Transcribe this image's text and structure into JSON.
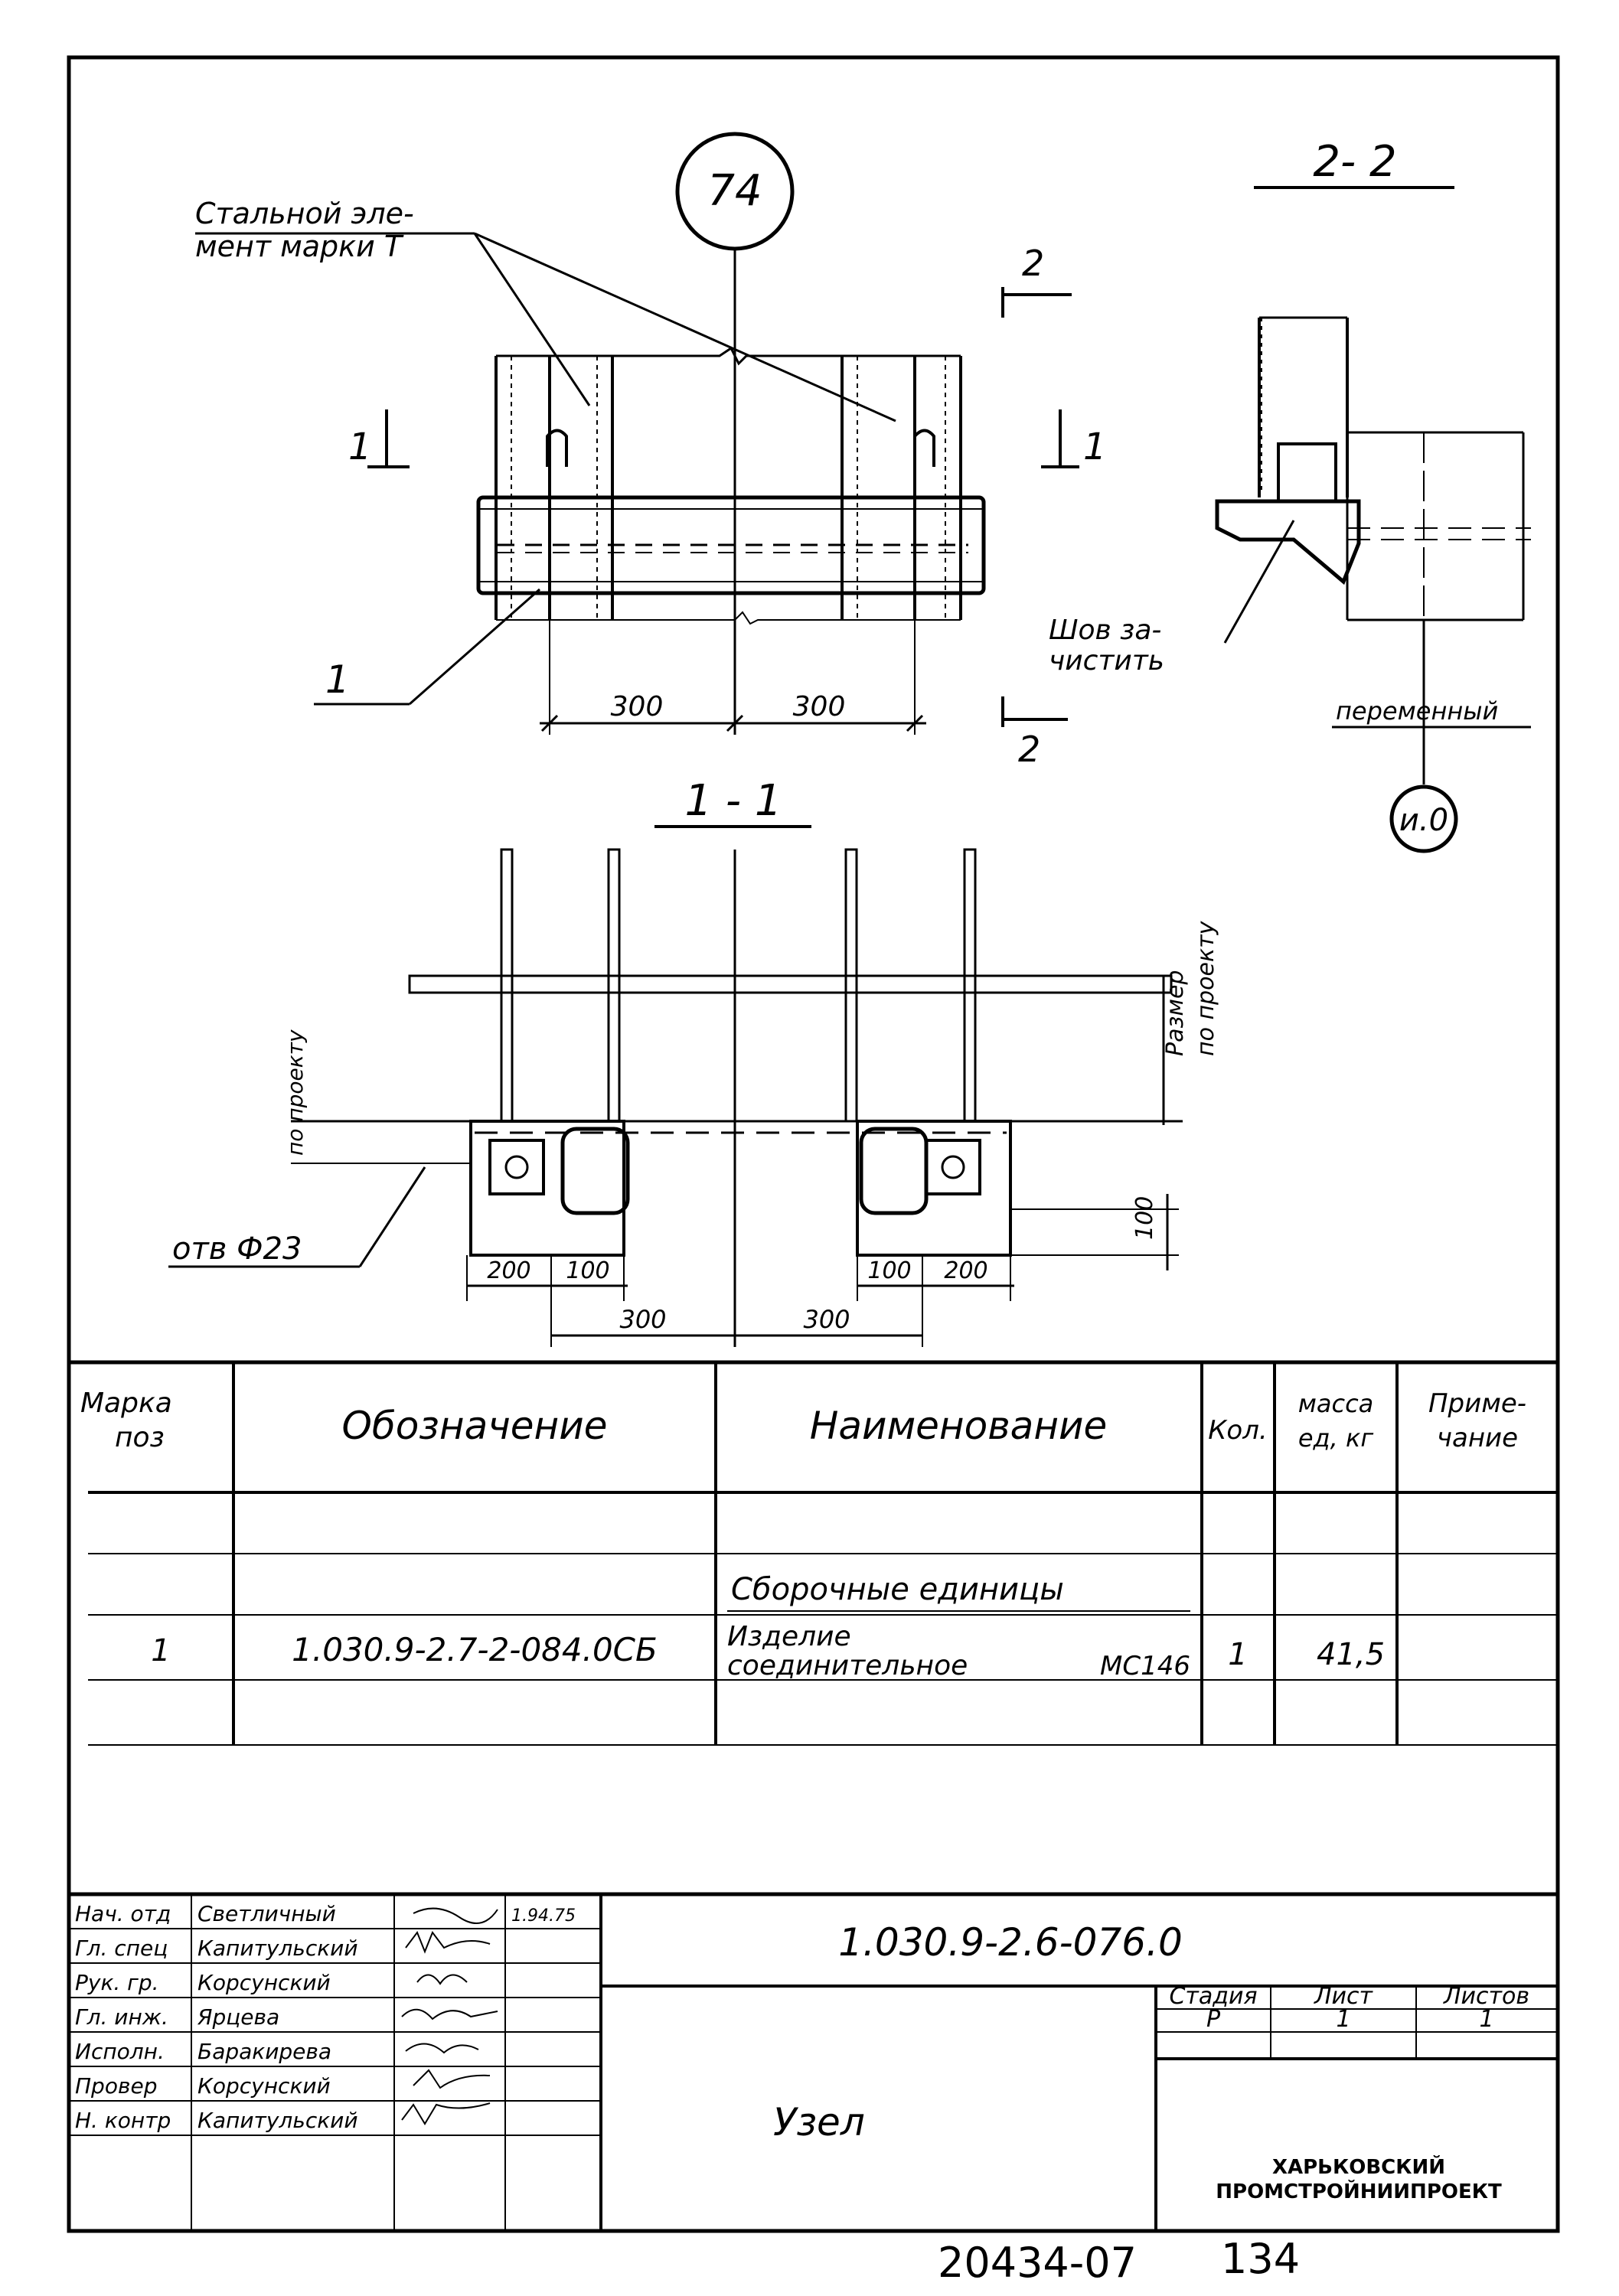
{
  "drawing": {
    "node_number": "74",
    "axis_label": "и.0",
    "section_2_title": "2- 2",
    "section_1_title": "1 - 1",
    "cut_mark_1": "1",
    "cut_mark_2": "2",
    "position_callout": "1",
    "leader_steel_element": [
      "Стальной эле-",
      "мент марки Т"
    ],
    "leader_weld": [
      "Шов за-",
      "чистить"
    ],
    "label_variable": "переменный",
    "label_size_by_project": [
      "Размер",
      "по проекту"
    ],
    "label_by_project": "по проекту",
    "label_hole": "отв Ф23",
    "dims_top": [
      "300",
      "300"
    ],
    "dims_bottom_left": [
      "200",
      "100"
    ],
    "dims_bottom_right": [
      "100",
      "200"
    ],
    "dims_bottom_span": [
      "300",
      "300"
    ],
    "dim_height": "100"
  },
  "spec_table": {
    "headers": {
      "mark": [
        "Марка",
        "поз"
      ],
      "designation": "Обозначение",
      "name": "Наименование",
      "qty": "Кол.",
      "mass": [
        "масса",
        "ед, кг"
      ],
      "note": [
        "Приме-",
        "чание"
      ]
    },
    "section_title": "Сборочные единицы",
    "rows": [
      {
        "mark": "1",
        "designation": "1.030.9-2.7-2-084.0СБ",
        "name_line1": "Изделие",
        "name_line2": "соединительное",
        "name_code": "МС146",
        "qty": "1",
        "mass": "41,5",
        "note": ""
      }
    ]
  },
  "title_block": {
    "document_code": "1.030.9-2.6-076.0",
    "drawing_name": "Узел",
    "stage_label": "Стадия",
    "sheet_label": "Лист",
    "sheets_label": "Листов",
    "stage": "Р",
    "sheet": "1",
    "sheets": "1",
    "organization_line1": "ХАРЬКОВСКИЙ",
    "organization_line2": "ПРОМСТРОЙНИИПРОЕКТ",
    "date_note": "1.94.75",
    "signatures": [
      {
        "role": "Нач. отд",
        "name": "Светличный"
      },
      {
        "role": "Гл. спец",
        "name": "Капитульский"
      },
      {
        "role": "Рук. гр.",
        "name": "Корсунский"
      },
      {
        "role": "Гл. инж.",
        "name": "Ярцева"
      },
      {
        "role": "Исполн.",
        "name": "Баракирева"
      },
      {
        "role": "Провер",
        "name": "Корсунский"
      },
      {
        "role": "Н. контр",
        "name": "Капитульский"
      }
    ]
  },
  "footer": {
    "archive_number": "20434-07",
    "page_number": "134"
  }
}
